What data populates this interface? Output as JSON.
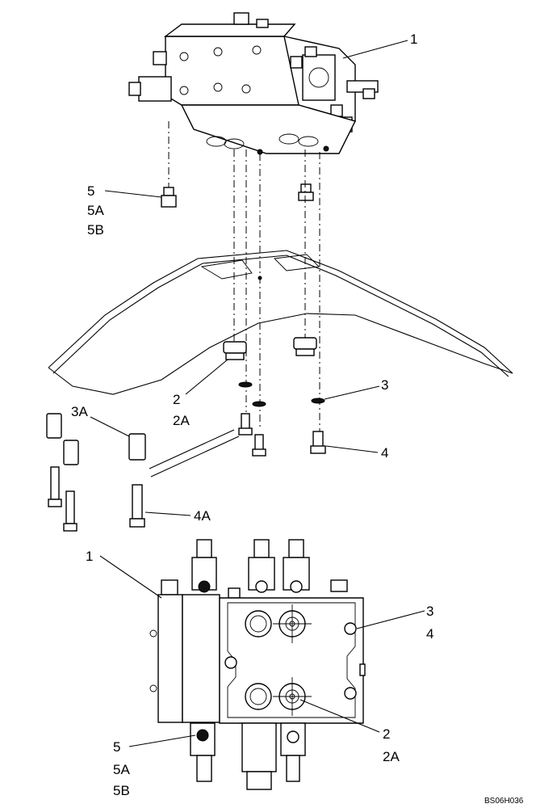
{
  "callouts": {
    "top_1": "1",
    "top_5": "5",
    "top_5A": "5A",
    "top_5B": "5B",
    "top_2": "2",
    "top_2A": "2A",
    "top_3": "3",
    "top_3A": "3A",
    "top_4": "4",
    "top_4A": "4A",
    "bot_1": "1",
    "bot_3": "3",
    "bot_4": "4",
    "bot_2": "2",
    "bot_2A": "2A",
    "bot_5": "5",
    "bot_5A": "5A",
    "bot_5B": "5B"
  },
  "figure_code": "BS06H036"
}
